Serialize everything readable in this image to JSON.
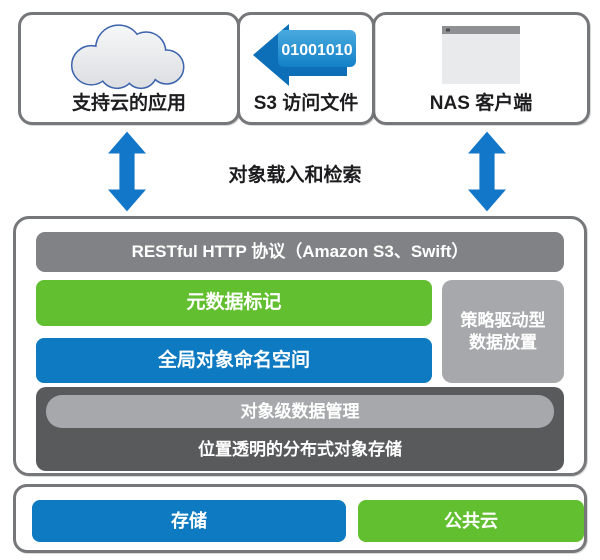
{
  "diagram": {
    "top_row": {
      "cloud_app": {
        "label": "支持云的应用",
        "icon": "cloud-icon"
      },
      "s3_access": {
        "label": "S3 访问文件",
        "icon": "binary-arrow-icon",
        "binary_text": "01001010"
      },
      "nas_client": {
        "label": "NAS 客户端",
        "icon": "window-icon"
      }
    },
    "transfer_label": "对象载入和检索",
    "middle_stack": {
      "protocol_bar": "RESTful HTTP 协议（Amazon S3、Swift）",
      "metadata_bar": "元数据标记",
      "namespace_bar": "全局对象命名空间",
      "policy_box_line1": "策略驱动型",
      "policy_box_line2": "数据放置",
      "object_mgmt_bar": "对象级数据管理",
      "distributed_storage_label": "位置透明的分布式对象存储"
    },
    "bottom_row": {
      "storage_bar": "存储",
      "public_cloud_bar": "公共云"
    },
    "colors": {
      "brand_blue": "#0d7ac1",
      "arrow_blue": "#1377c9",
      "brand_green": "#62bf2f",
      "gray_bar": "#808285",
      "light_gray": "#a6a8ab",
      "dark_gray": "#595a5c",
      "box_border": "#76777a",
      "cloud_outline": "#3c63ad"
    }
  }
}
